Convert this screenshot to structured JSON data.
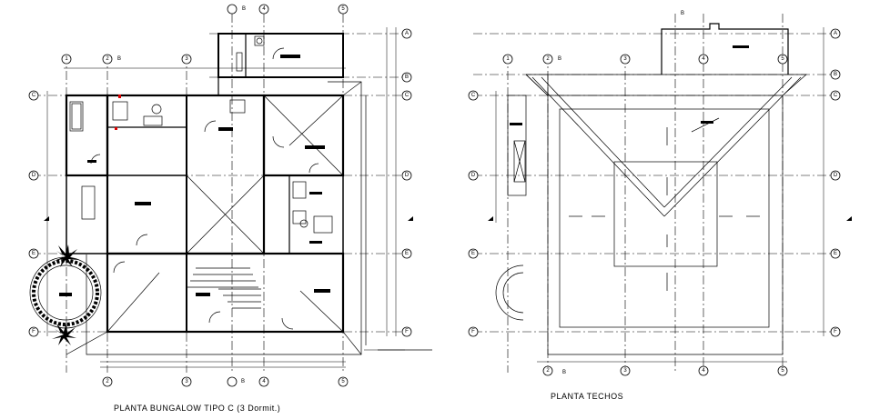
{
  "drawing": {
    "left_plan": {
      "title": "PLANTA BUNGALOW TIPO C (3 Dormit.)",
      "grid_columns": [
        "1",
        "2",
        "3",
        "4",
        "5"
      ],
      "grid_rows": [
        "A",
        "B",
        "C",
        "D",
        "E",
        "F"
      ],
      "column_extra": "B"
    },
    "right_plan": {
      "title": "PLANTA TECHOS",
      "grid_columns": [
        "1",
        "2",
        "3",
        "4",
        "5"
      ],
      "grid_rows": [
        "A",
        "B",
        "C",
        "D",
        "E",
        "F"
      ],
      "column_extra": "B"
    }
  }
}
